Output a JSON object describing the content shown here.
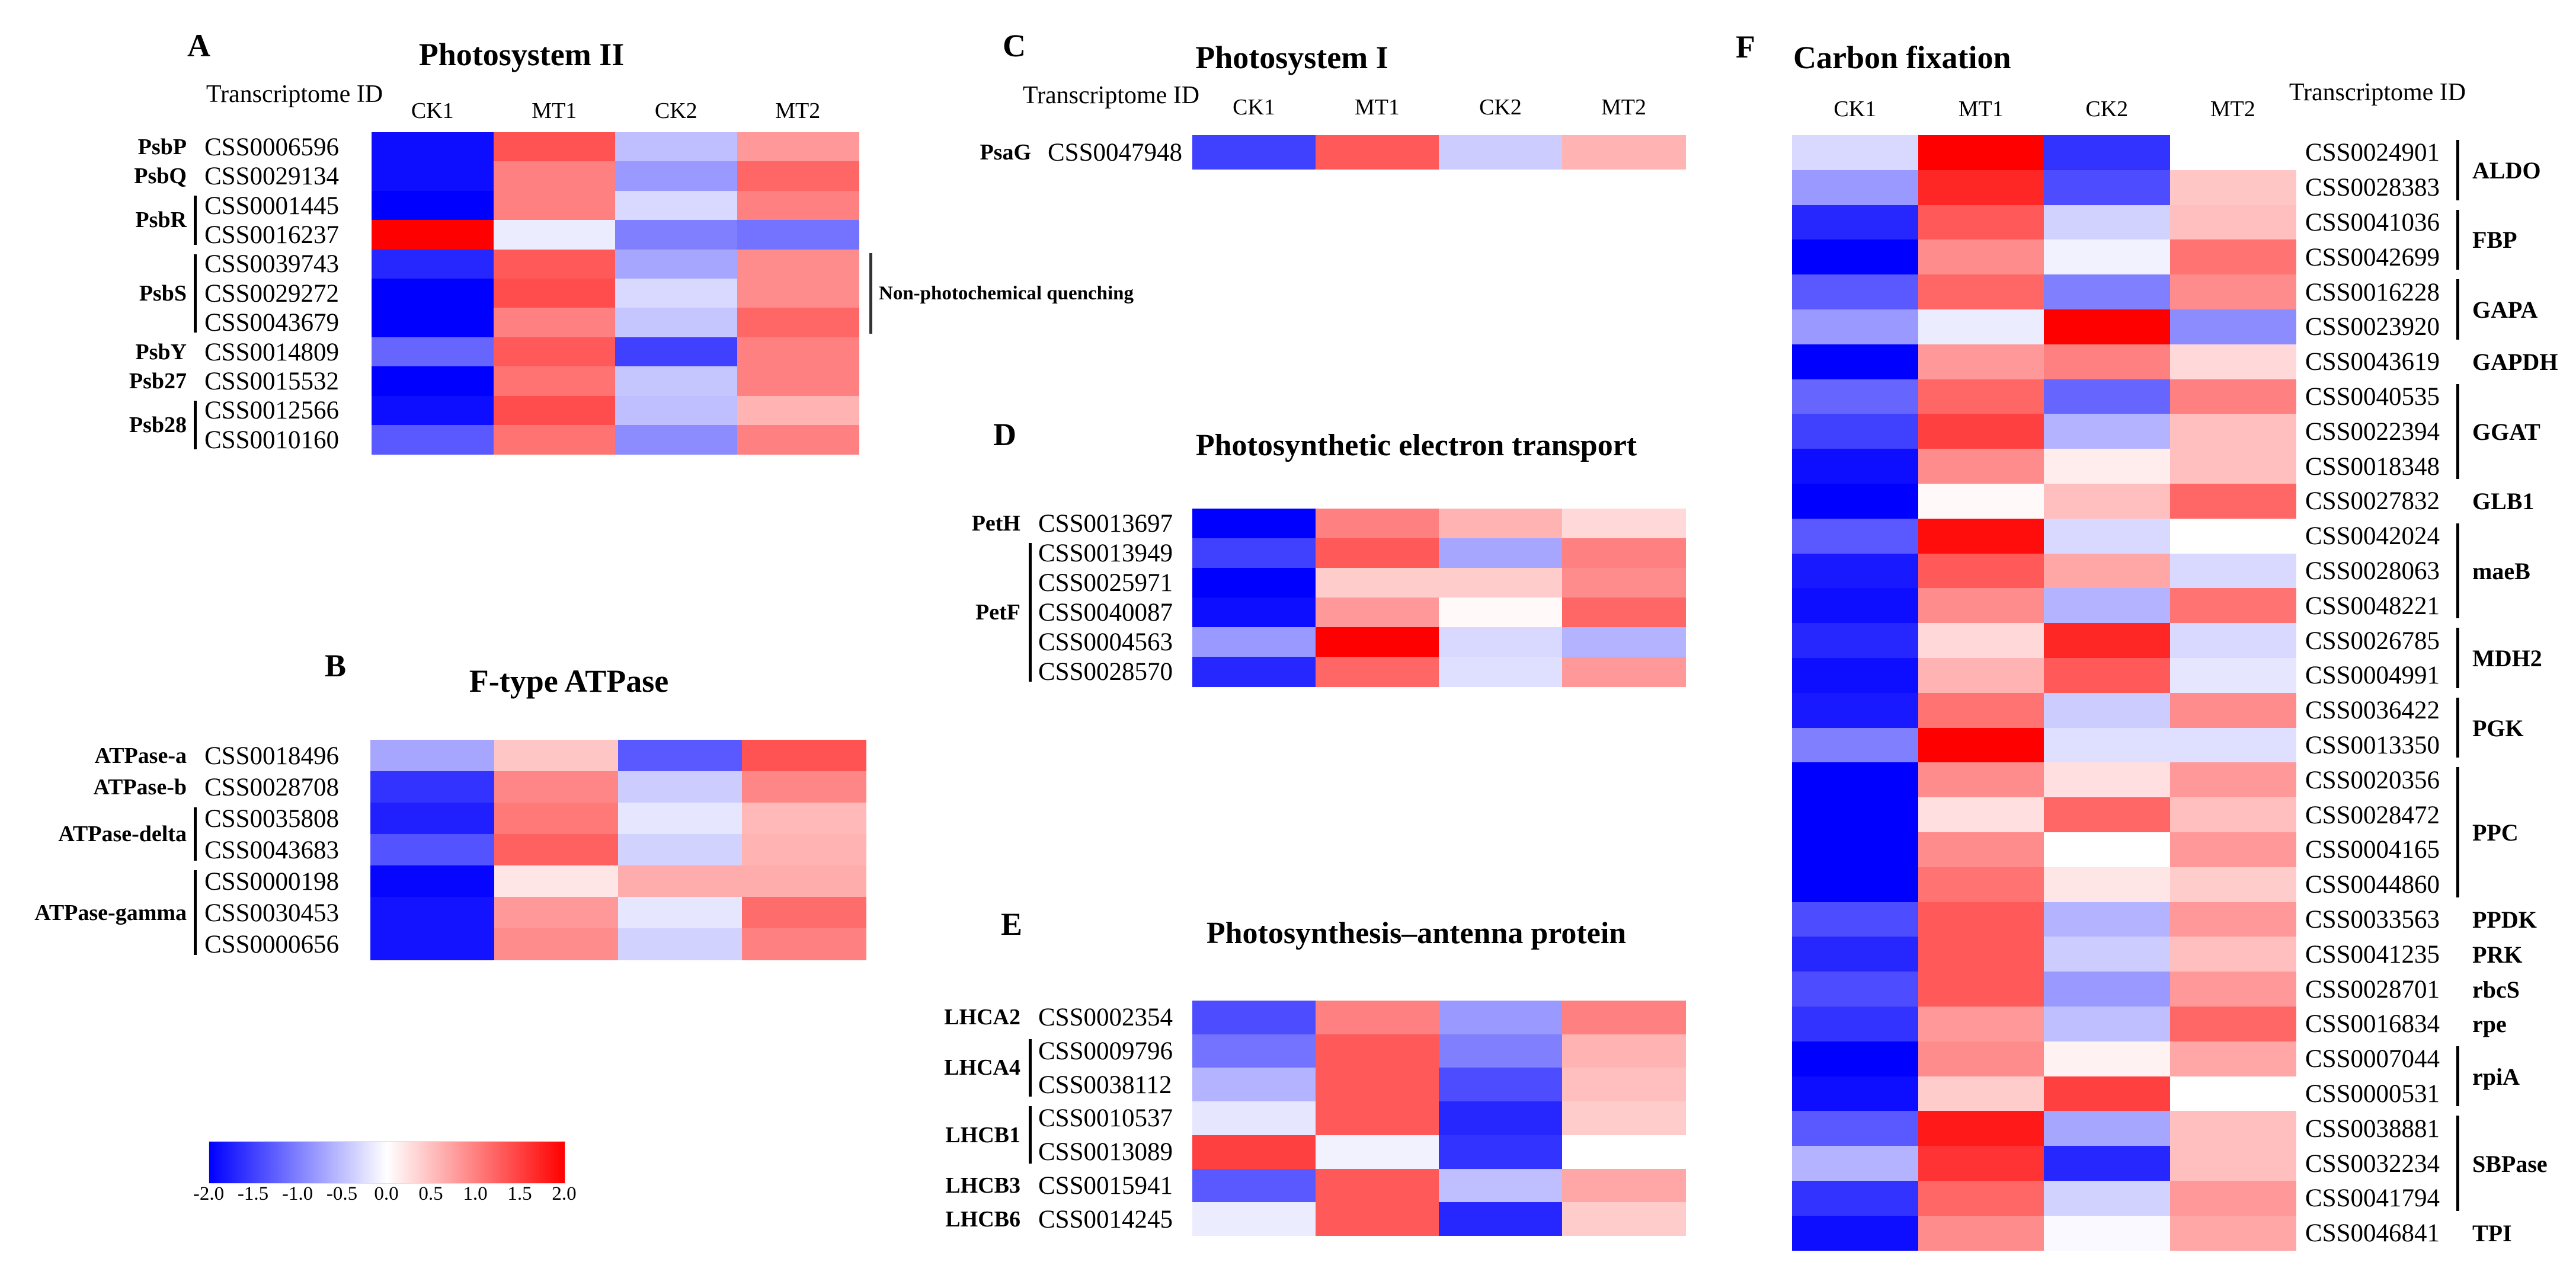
{
  "chart_data": [
    {
      "panel": "A",
      "type": "heatmap",
      "title": "Photosystem II",
      "transcriptome_header": "Transcriptome ID",
      "columns": [
        "CK1",
        "MT1",
        "CK2",
        "MT2"
      ],
      "show_column_header": true,
      "id_side": "left",
      "value_range": [
        -2,
        2
      ],
      "rows": [
        {
          "gene": "PsbP",
          "id": "CSS0006596",
          "values": [
            -1.9,
            1.35,
            -0.5,
            0.8
          ]
        },
        {
          "gene": "PsbQ",
          "id": "CSS0029134",
          "values": [
            -1.9,
            1.0,
            -0.8,
            1.2
          ]
        },
        {
          "gene": "PsbR",
          "id": "CSS0001445",
          "values": [
            -2.0,
            1.0,
            -0.3,
            1.0
          ]
        },
        {
          "gene": "PsbR",
          "id": "CSS0016237",
          "values": [
            2.0,
            -0.15,
            -1.0,
            -1.1
          ]
        },
        {
          "gene": "PsbS",
          "id": "CSS0039743",
          "values": [
            -1.7,
            1.3,
            -0.7,
            0.9
          ]
        },
        {
          "gene": "PsbS",
          "id": "CSS0029272",
          "values": [
            -2.0,
            1.4,
            -0.3,
            0.9
          ]
        },
        {
          "gene": "PsbS",
          "id": "CSS0043679",
          "values": [
            -2.0,
            1.0,
            -0.45,
            1.2
          ]
        },
        {
          "gene": "PsbY",
          "id": "CSS0014809",
          "values": [
            -1.2,
            1.3,
            -1.5,
            1.0
          ]
        },
        {
          "gene": "Psb27",
          "id": "CSS0015532",
          "values": [
            -2.0,
            1.1,
            -0.45,
            1.0
          ]
        },
        {
          "gene": "Psb28",
          "id": "CSS0012566",
          "values": [
            -1.9,
            1.4,
            -0.5,
            0.6
          ]
        },
        {
          "gene": "Psb28",
          "id": "CSS0010160",
          "values": [
            -1.3,
            1.1,
            -0.9,
            1.0
          ]
        }
      ],
      "annotation": {
        "text": "Non-photochemical quenching",
        "row_start": 4,
        "row_end": 6
      }
    },
    {
      "panel": "B",
      "type": "heatmap",
      "title": "F-type ATPase",
      "columns": [
        "CK1",
        "MT1",
        "CK2",
        "MT2"
      ],
      "show_column_header": false,
      "id_side": "left",
      "value_range": [
        -2,
        2
      ],
      "rows": [
        {
          "gene": "ATPase-a",
          "id": "CSS0018496",
          "values": [
            -0.7,
            0.45,
            -1.3,
            1.35
          ]
        },
        {
          "gene": "ATPase-b",
          "id": "CSS0028708",
          "values": [
            -1.6,
            0.95,
            -0.4,
            0.95
          ]
        },
        {
          "gene": "ATPase-delta",
          "id": "CSS0035808",
          "values": [
            -1.75,
            1.05,
            -0.2,
            0.55
          ]
        },
        {
          "gene": "ATPase-delta",
          "id": "CSS0043683",
          "values": [
            -1.35,
            1.25,
            -0.35,
            0.6
          ]
        },
        {
          "gene": "ATPase-gamma",
          "id": "CSS0000198",
          "values": [
            -1.95,
            0.2,
            0.65,
            0.65
          ]
        },
        {
          "gene": "ATPase-gamma",
          "id": "CSS0030453",
          "values": [
            -1.85,
            0.8,
            -0.2,
            1.15
          ]
        },
        {
          "gene": "ATPase-gamma",
          "id": "CSS0000656",
          "values": [
            -1.85,
            0.9,
            -0.35,
            1.0
          ]
        }
      ]
    },
    {
      "panel": "C",
      "type": "heatmap",
      "title": "Photosystem I",
      "transcriptome_header": "Transcriptome ID",
      "columns": [
        "CK1",
        "MT1",
        "CK2",
        "MT2"
      ],
      "show_column_header": true,
      "id_side": "left",
      "value_range": [
        -2,
        2
      ],
      "rows": [
        {
          "gene": "PsaG",
          "id": "CSS0047948",
          "values": [
            -1.5,
            1.3,
            -0.4,
            0.6
          ]
        }
      ]
    },
    {
      "panel": "D",
      "type": "heatmap",
      "title": "Photosynthetic electron transport",
      "columns": [
        "CK1",
        "MT1",
        "CK2",
        "MT2"
      ],
      "show_column_header": false,
      "id_side": "left",
      "value_range": [
        -2,
        2
      ],
      "rows": [
        {
          "gene": "PetH",
          "id": "CSS0013697",
          "values": [
            -2.0,
            1.0,
            0.6,
            0.3
          ]
        },
        {
          "gene": "PetF",
          "id": "CSS0013949",
          "values": [
            -1.5,
            1.3,
            -0.7,
            1.0
          ]
        },
        {
          "gene": "PetF",
          "id": "CSS0025971",
          "values": [
            -2.0,
            0.4,
            0.4,
            0.9
          ]
        },
        {
          "gene": "PetF",
          "id": "CSS0040087",
          "values": [
            -1.9,
            0.8,
            0.05,
            1.2
          ]
        },
        {
          "gene": "PetF",
          "id": "CSS0004563",
          "values": [
            -0.8,
            2.0,
            -0.3,
            -0.6
          ]
        },
        {
          "gene": "PetF",
          "id": "CSS0028570",
          "values": [
            -1.7,
            1.2,
            -0.25,
            0.8
          ]
        }
      ]
    },
    {
      "panel": "E",
      "type": "heatmap",
      "title": "Photosynthesis–antenna protein",
      "columns": [
        "CK1",
        "MT1",
        "CK2",
        "MT2"
      ],
      "show_column_header": false,
      "id_side": "left",
      "value_range": [
        -2,
        2
      ],
      "rows": [
        {
          "gene": "LHCA2",
          "id": "CSS0002354",
          "values": [
            -1.4,
            1.0,
            -0.8,
            1.0
          ]
        },
        {
          "gene": "LHCA4",
          "id": "CSS0009796",
          "values": [
            -1.1,
            1.3,
            -1.0,
            0.6
          ]
        },
        {
          "gene": "LHCA4",
          "id": "CSS0038112",
          "values": [
            -0.6,
            1.3,
            -1.4,
            0.5
          ]
        },
        {
          "gene": "LHCB1",
          "id": "CSS0010537",
          "values": [
            -0.2,
            1.3,
            -1.7,
            0.4
          ]
        },
        {
          "gene": "LHCB1",
          "id": "CSS0013089",
          "values": [
            1.5,
            -0.1,
            -1.6,
            0.0
          ]
        },
        {
          "gene": "LHCB3",
          "id": "CSS0015941",
          "values": [
            -1.3,
            1.3,
            -0.5,
            0.7
          ]
        },
        {
          "gene": "LHCB6",
          "id": "CSS0014245",
          "values": [
            -0.15,
            1.3,
            -1.7,
            0.4
          ]
        }
      ]
    },
    {
      "panel": "F",
      "type": "heatmap",
      "title": "Carbon fixation",
      "transcriptome_header": "Transcriptome ID",
      "columns": [
        "CK1",
        "MT1",
        "CK2",
        "MT2"
      ],
      "show_column_header": true,
      "id_side": "right",
      "value_range": [
        -2,
        2
      ],
      "rows": [
        {
          "gene": "ALDO",
          "id": "CSS0024901",
          "values": [
            -0.3,
            2.0,
            -1.6,
            0.0
          ]
        },
        {
          "gene": "ALDO",
          "id": "CSS0028383",
          "values": [
            -0.8,
            1.7,
            -1.4,
            0.45
          ]
        },
        {
          "gene": "FBP",
          "id": "CSS0041036",
          "values": [
            -1.7,
            1.3,
            -0.35,
            0.5
          ]
        },
        {
          "gene": "FBP",
          "id": "CSS0042699",
          "values": [
            -2.0,
            0.9,
            -0.1,
            1.1
          ]
        },
        {
          "gene": "GAPA",
          "id": "CSS0016228",
          "values": [
            -1.3,
            1.2,
            -1.0,
            0.9
          ]
        },
        {
          "gene": "GAPA",
          "id": "CSS0023920",
          "values": [
            -0.8,
            -0.15,
            2.0,
            -0.9
          ]
        },
        {
          "gene": "GAPDH",
          "id": "CSS0043619",
          "values": [
            -2.0,
            0.8,
            1.0,
            0.3
          ]
        },
        {
          "gene": "GGAT",
          "id": "CSS0040535",
          "values": [
            -1.2,
            1.2,
            -1.2,
            1.0
          ]
        },
        {
          "gene": "GGAT",
          "id": "CSS0022394",
          "values": [
            -1.5,
            1.5,
            -0.6,
            0.5
          ]
        },
        {
          "gene": "GGAT",
          "id": "CSS0018348",
          "values": [
            -1.9,
            0.9,
            0.15,
            0.5
          ]
        },
        {
          "gene": "GLB1",
          "id": "CSS0027832",
          "values": [
            -2.0,
            0.05,
            0.5,
            1.2
          ]
        },
        {
          "gene": "maeB",
          "id": "CSS0042024",
          "values": [
            -1.3,
            1.9,
            -0.3,
            0.0
          ]
        },
        {
          "gene": "maeB",
          "id": "CSS0028063",
          "values": [
            -1.8,
            1.3,
            0.7,
            -0.3
          ]
        },
        {
          "gene": "maeB",
          "id": "CSS0048221",
          "values": [
            -1.9,
            0.9,
            -0.6,
            1.1
          ]
        },
        {
          "gene": "MDH2",
          "id": "CSS0026785",
          "values": [
            -1.7,
            0.3,
            1.7,
            -0.3
          ]
        },
        {
          "gene": "MDH2",
          "id": "CSS0004991",
          "values": [
            -1.9,
            0.6,
            1.3,
            -0.2
          ]
        },
        {
          "gene": "PGK",
          "id": "CSS0036422",
          "values": [
            -1.8,
            1.1,
            -0.4,
            0.9
          ]
        },
        {
          "gene": "PGK",
          "id": "CSS0013350",
          "values": [
            -1.0,
            2.0,
            -0.25,
            -0.25
          ]
        },
        {
          "gene": "PPC",
          "id": "CSS0020356",
          "values": [
            -2.0,
            0.9,
            0.25,
            0.8
          ]
        },
        {
          "gene": "PPC",
          "id": "CSS0028472",
          "values": [
            -2.0,
            0.25,
            1.2,
            0.5
          ]
        },
        {
          "gene": "PPC",
          "id": "CSS0004165",
          "values": [
            -2.0,
            0.9,
            0.0,
            0.8
          ]
        },
        {
          "gene": "PPC",
          "id": "CSS0044860",
          "values": [
            -2.0,
            1.1,
            0.2,
            0.4
          ]
        },
        {
          "gene": "PPDK",
          "id": "CSS0033563",
          "values": [
            -1.4,
            1.3,
            -0.6,
            0.8
          ]
        },
        {
          "gene": "PRK",
          "id": "CSS0041235",
          "values": [
            -1.7,
            1.3,
            -0.4,
            0.5
          ]
        },
        {
          "gene": "rbcS",
          "id": "CSS0028701",
          "values": [
            -1.4,
            1.3,
            -0.8,
            0.8
          ]
        },
        {
          "gene": "rpe",
          "id": "CSS0016834",
          "values": [
            -1.6,
            0.8,
            -0.5,
            1.2
          ]
        },
        {
          "gene": "rpiA",
          "id": "CSS0007044",
          "values": [
            -2.0,
            0.9,
            0.1,
            0.7
          ]
        },
        {
          "gene": "rpiA",
          "id": "CSS0000531",
          "values": [
            -1.9,
            0.4,
            1.5,
            0.0
          ]
        },
        {
          "gene": "SBPase",
          "id": "CSS0038881",
          "values": [
            -1.3,
            1.8,
            -0.7,
            0.5
          ]
        },
        {
          "gene": "SBPase",
          "id": "CSS0032234",
          "values": [
            -0.6,
            1.6,
            -1.7,
            0.5
          ]
        },
        {
          "gene": "SBPase",
          "id": "CSS0041794",
          "values": [
            -1.6,
            1.2,
            -0.35,
            0.8
          ]
        },
        {
          "gene": "TPI",
          "id": "CSS0046841",
          "values": [
            -1.9,
            0.9,
            -0.05,
            0.7
          ]
        }
      ]
    }
  ],
  "legend": {
    "tick_labels": [
      "-2.0",
      "-1.5",
      "-1.0",
      "-0.5",
      "0.0",
      "0.5",
      "1.0",
      "1.5",
      "2.0"
    ],
    "range": [
      -2,
      2
    ],
    "color_low": "#0000ff",
    "color_mid": "#ffffff",
    "color_high": "#ff0000"
  }
}
